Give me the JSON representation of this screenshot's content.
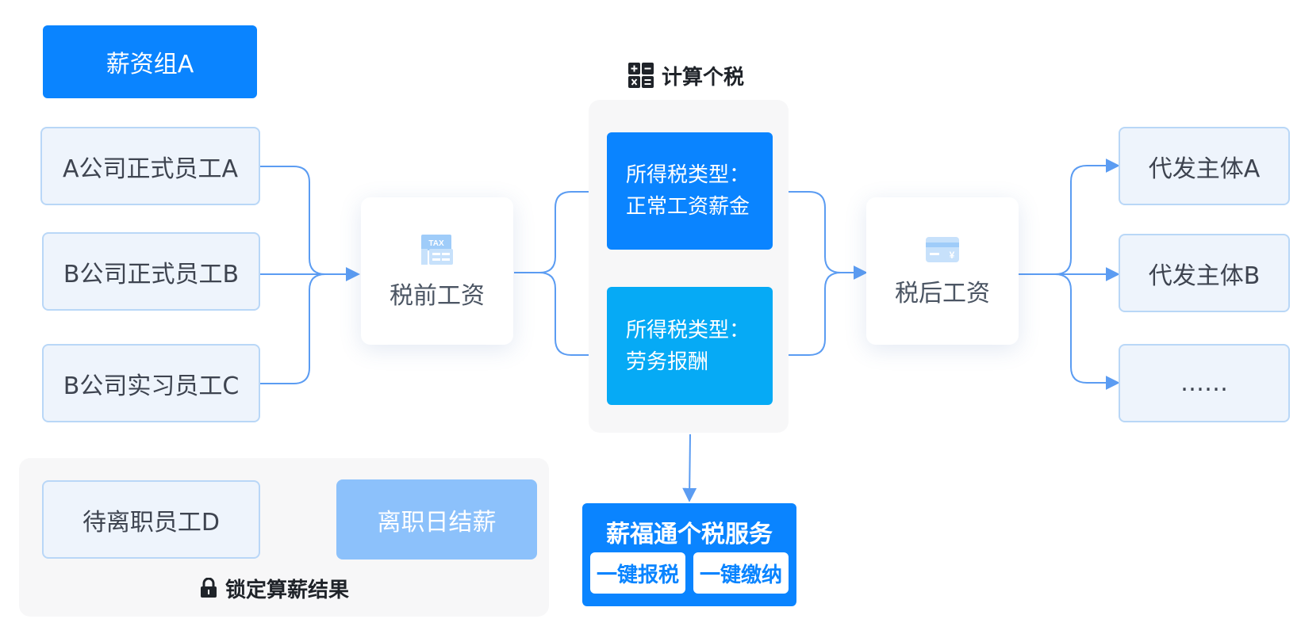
{
  "group_label": "薪资组A",
  "employees": [
    "A公司正式员工A",
    "B公司正式员工B",
    "B公司实习员工C"
  ],
  "pre_tax": {
    "label": "税前工资",
    "icon_text": "TAX"
  },
  "calc_heading": "计算个税",
  "tax_types": [
    {
      "line1": "所得税类型：",
      "line2": "正常工资薪金"
    },
    {
      "line1": "所得税类型：",
      "line2": "劳务报酬"
    }
  ],
  "post_tax": {
    "label": "税后工资",
    "icon_text": "¥"
  },
  "payers": [
    "代发主体A",
    "代发主体B",
    "……"
  ],
  "leaving": {
    "employee": "待离职员工D",
    "settle": "离职日结薪",
    "lock_label": "锁定算薪结果"
  },
  "service": {
    "title": "薪福通个税服务",
    "btn_file": "一键报税",
    "btn_pay": "一键缴纳"
  },
  "colors": {
    "primary": "#0a84ff",
    "secondary": "#06aaf5",
    "light": "#8cc1fb",
    "line": "#5b9cf2"
  }
}
